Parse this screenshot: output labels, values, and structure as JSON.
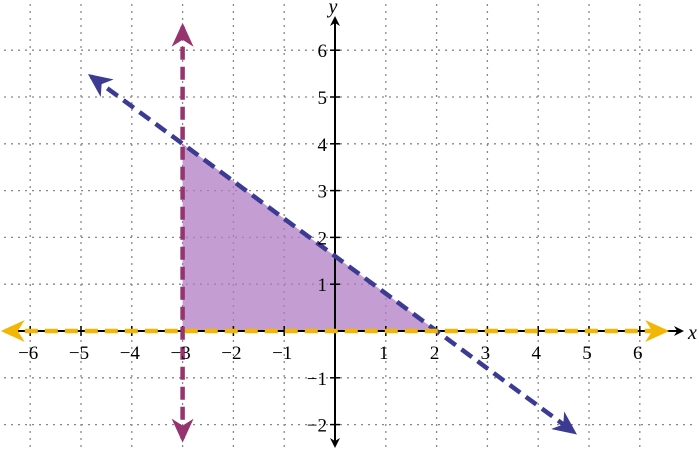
{
  "chart_data": {
    "type": "line",
    "title": "",
    "xlabel": "x",
    "ylabel": "y",
    "xlim": [
      -6.5,
      6.5
    ],
    "ylim": [
      -2.3,
      6.5
    ],
    "grid": true,
    "grid_style": "dotted",
    "x_ticks": [
      -6,
      -5,
      -4,
      -3,
      -2,
      -1,
      1,
      2,
      3,
      4,
      5,
      6
    ],
    "y_ticks": [
      -2,
      -1,
      1,
      2,
      3,
      4,
      5,
      6
    ],
    "x_tick_labels": [
      "−6",
      "−5",
      "−4",
      "−3",
      "−2",
      "−1",
      "1",
      "2",
      "3",
      "4",
      "5",
      "6"
    ],
    "y_tick_labels": [
      "−2",
      "−1",
      "1",
      "2",
      "3",
      "4",
      "5",
      "6"
    ],
    "series": [
      {
        "equation": "y = -(4/5)x + 8/5",
        "style": "dashed",
        "arrows": "both",
        "color": "#3b3b94",
        "points": [
          [
            -4.8,
            5.44
          ],
          [
            4.7,
            -2.16
          ]
        ]
      },
      {
        "equation": "x = -3",
        "style": "dashed",
        "arrows": "both",
        "color": "#96346e",
        "points": [
          [
            -3,
            6.5
          ],
          [
            -3,
            -2.3
          ]
        ]
      },
      {
        "equation": "y = 0",
        "style": "dashed",
        "arrows": "both",
        "color": "#f2b705",
        "points": [
          [
            -6.5,
            0
          ],
          [
            6.5,
            0
          ]
        ]
      }
    ],
    "shaded_region": {
      "vertices": [
        [
          -3,
          4
        ],
        [
          -3,
          0
        ],
        [
          2,
          0
        ]
      ],
      "color": "#b07cc3",
      "opacity": 0.75
    }
  }
}
